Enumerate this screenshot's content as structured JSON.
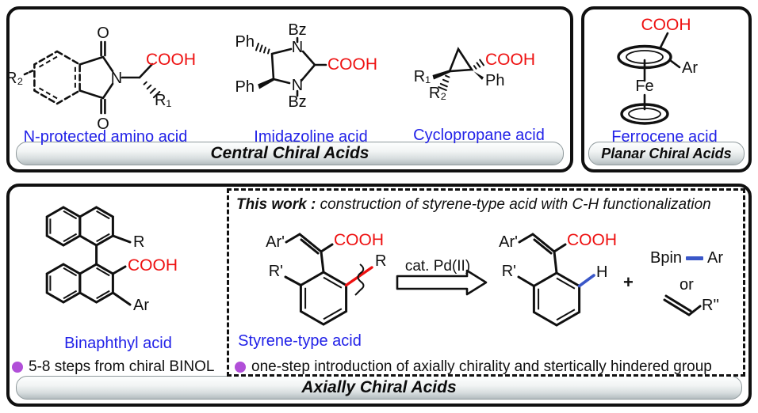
{
  "colors": {
    "red": "#ee1111",
    "blue_label": "#2222e8",
    "blue_bond": "#3a57c8",
    "purple_bullet": "#b14fd8"
  },
  "central": {
    "banner": "Central Chiral Acids",
    "phthalimide": {
      "label": "N-protected amino acid",
      "r2": "R₂",
      "o_top": "O",
      "o_bottom": "O",
      "n": "N",
      "cooh": "COOH",
      "r1": "R₁"
    },
    "imidazoline": {
      "label": "Imidazoline acid",
      "bz_top": "Bz",
      "bz_bottom": "Bz",
      "n_top": "N",
      "n_bottom": "N",
      "ph_top": "Ph",
      "ph_bottom": "Ph",
      "cooh": "COOH"
    },
    "cyclopropane": {
      "label": "Cyclopropane acid",
      "r1": "R₁",
      "r2": "R₂",
      "cooh": "COOH",
      "ph": "Ph"
    }
  },
  "planar": {
    "banner": "Planar Chiral Acids",
    "ferrocene": {
      "label": "Ferrocene acid",
      "cooh": "COOH",
      "ar": "Ar",
      "fe": "Fe"
    }
  },
  "axial": {
    "banner": "Axially Chiral Acids",
    "binaphthyl": {
      "label": "Binaphthyl acid",
      "r": "R",
      "cooh": "COOH",
      "ar": "Ar",
      "bullet": "5-8 steps from chiral BINOL"
    },
    "this_work": {
      "title_bold": "This work :",
      "title_rest": " construction of styrene-type acid with C-H functionalization",
      "styrene": {
        "label": "Styrene-type acid",
        "ar_prime": "Ar'",
        "r_prime": "R'",
        "cooh": "COOH",
        "r": "R"
      },
      "arrow_label": "cat. Pd(II)",
      "product": {
        "ar_prime": "Ar'",
        "r_prime": "R'",
        "cooh": "COOH",
        "h": "H"
      },
      "plus": "+",
      "reagents": {
        "bpin": "Bpin",
        "ar": "Ar",
        "or": "or",
        "r2": "R''"
      },
      "bullet": "one-step introduction of axially chirality and stertically hindered group"
    }
  }
}
